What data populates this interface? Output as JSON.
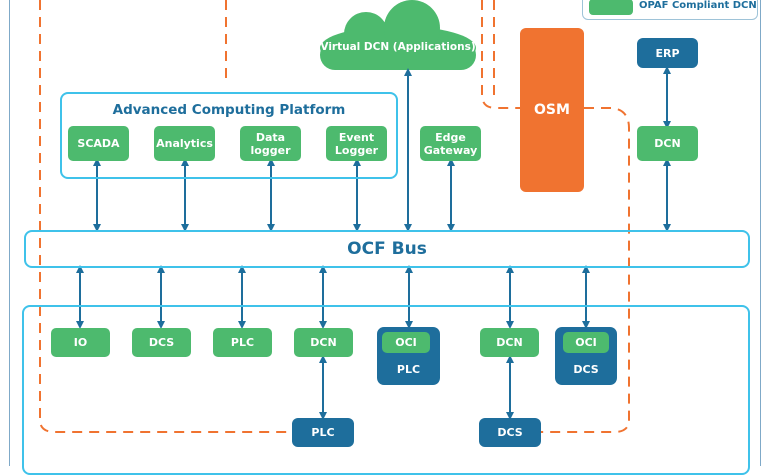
{
  "legend": {
    "label": "OPAF Compliant DCN",
    "swatch_color": "#4dba6e"
  },
  "cloud": {
    "label": "Virtual DCN (Applications)"
  },
  "acp": {
    "title": "Advanced Computing Platform",
    "modules": [
      {
        "label": "SCADA"
      },
      {
        "label": "Analytics"
      },
      {
        "label": "Data logger"
      },
      {
        "label": "Event Logger"
      }
    ]
  },
  "edge_gateway": {
    "label": "Edge Gateway"
  },
  "osm": {
    "label": "OSM"
  },
  "erp": {
    "label": "ERP"
  },
  "right_dcn": {
    "label": "DCN"
  },
  "bus": {
    "label": "OCF Bus"
  },
  "field_devices": [
    {
      "label": "IO"
    },
    {
      "label": "DCS"
    },
    {
      "label": "PLC"
    },
    {
      "label": "DCN"
    },
    {
      "label": "PLC",
      "inner": "OCI"
    },
    {
      "label": "DCN"
    },
    {
      "label": "DCS",
      "inner": "OCI"
    }
  ],
  "sub_devices": [
    {
      "label": "PLC"
    },
    {
      "label": "DCS"
    }
  ],
  "colors": {
    "green": "#4dba6e",
    "blue": "#1e6e9c",
    "orange": "#f07330",
    "panel_border": "#3fc2ea"
  }
}
